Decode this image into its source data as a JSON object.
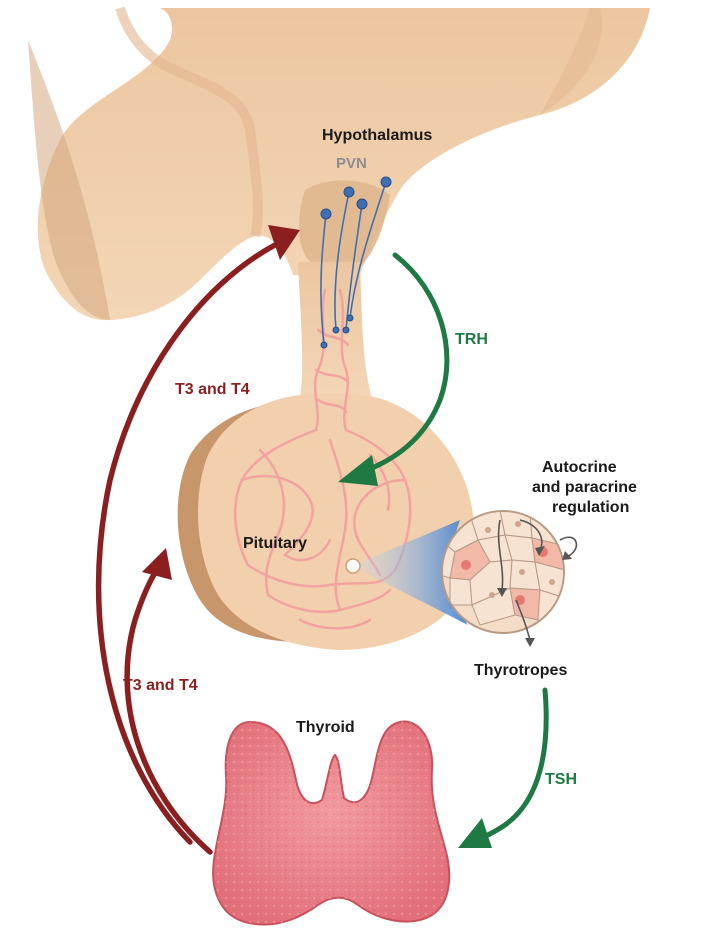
{
  "labels": {
    "hypothalamus": "Hypothalamus",
    "pvn": "PVN",
    "trh": "TRH",
    "t3t4_upper": "T3 and T4",
    "t3t4_lower": "T3 and T4",
    "pituitary": "Pituitary",
    "autocrine_line1": "Autocrine",
    "autocrine_line2": "and paracrine",
    "autocrine_line3": "regulation",
    "thyrotropes": "Thyrotropes",
    "thyroid": "Thyroid",
    "tsh": "TSH"
  },
  "colors": {
    "tissue": "#f1cfa9",
    "tissue_shadow": "#d9ab82",
    "vessel": "#f2a3a0",
    "thyroid": "#eb8087",
    "feedback_arrow": "#8b1f1f",
    "hormone_arrow": "#1e7a42",
    "neuron": "#3f6fb0",
    "pvn_text": "#8d8d8d"
  }
}
